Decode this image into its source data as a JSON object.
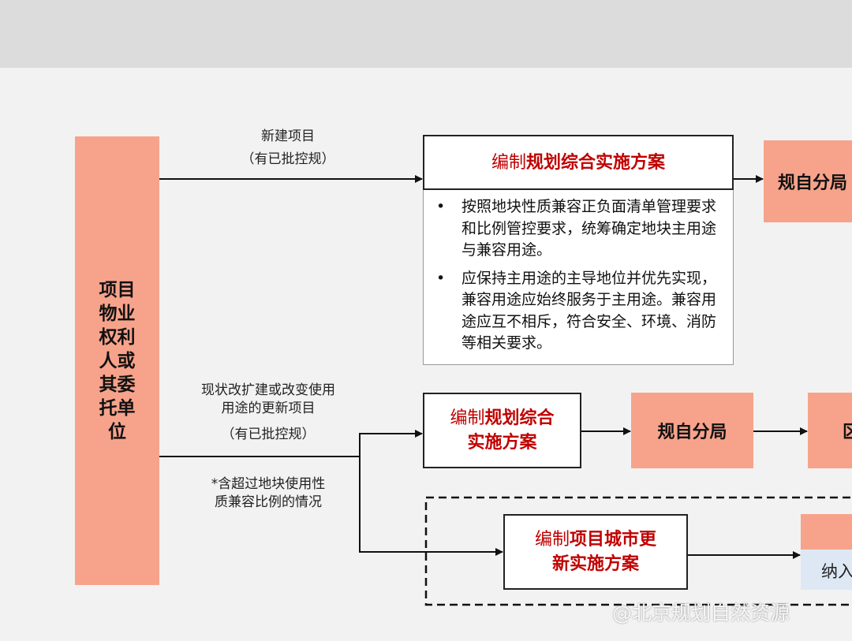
{
  "actor": "项目物业权利人或其委托单位",
  "branch1": {
    "label_line1": "新建项目",
    "label_line2": "（有已批控规）",
    "box_prefix": "编制",
    "box_bold": "规划综合实施方案",
    "bullets": [
      "按照地块性质兼容正负面清单管理要求和比例管控要求，统筹确定地块主用途与兼容用途。",
      "应保持主用途的主导地位并优先实现，兼容用途应始终服务于主用途。兼容用途应互不相斥，符合安全、环境、消防等相关要求。"
    ],
    "next": "规自分局"
  },
  "branch2": {
    "label_line1": "现状改扩建或改变使用",
    "label_line2": "用途的更新项目",
    "label_line3": "（有已批控规）",
    "note_line1": "*含超过地块使用性",
    "note_line2": "质兼容比例的情况",
    "box_prefix": "编制",
    "box_bold_1": "规划综合",
    "box_bold_2": "实施方案",
    "next": "规自分局",
    "next2": "区"
  },
  "branch3": {
    "box_prefix": "编制",
    "box_bold_1": "项目城市更",
    "box_bold_2": "新实施方案",
    "next_lower": "纳入"
  },
  "watermark": "@北京规划自然资源"
}
